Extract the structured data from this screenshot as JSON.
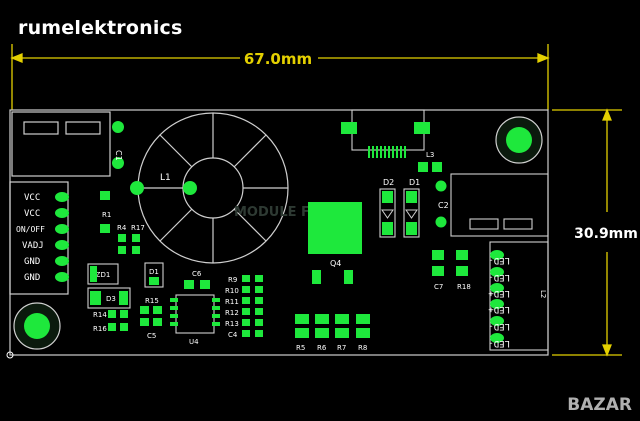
{
  "brand": "rumelektronics",
  "watermark": "BAZAR",
  "dimensions": {
    "width": "67.0mm",
    "height": "30.9mm"
  },
  "faded_text": "MODULE FANS",
  "left_pins": [
    "VCC",
    "VCC",
    "ON/OFF",
    "VADJ",
    "GND",
    "GND"
  ],
  "right_pins": [
    "LED-",
    "LED-",
    "LED+",
    "LED+",
    "LED-",
    "LED-"
  ],
  "labels": {
    "c1": "C1",
    "l1": "L1",
    "r1": "R1",
    "r4": "R4",
    "r17": "R17",
    "zd1": "ZD1",
    "d1_left": "D1",
    "d3": "D3",
    "c6": "C6",
    "r15": "R15",
    "r14": "R14",
    "r16": "R16",
    "c5": "C5",
    "u4": "U4",
    "r9": "R9",
    "r10": "R10",
    "r11": "R11",
    "r12": "R12",
    "r13": "R13",
    "c4": "C4",
    "d2": "D2",
    "d1_right": "D1",
    "l3": "L3",
    "c2": "C2",
    "q4": "Q4",
    "c7": "C7",
    "r18": "R18",
    "l2": "L2",
    "r5": "R5",
    "r6": "R6",
    "r7": "R7",
    "r8": "R8"
  },
  "colors": {
    "board_outline": "#cfcfcf",
    "pad": "#1ee83c",
    "pad_dark": "#0b8f22",
    "dim_line": "#e4d000",
    "silk": "#ffffff"
  }
}
